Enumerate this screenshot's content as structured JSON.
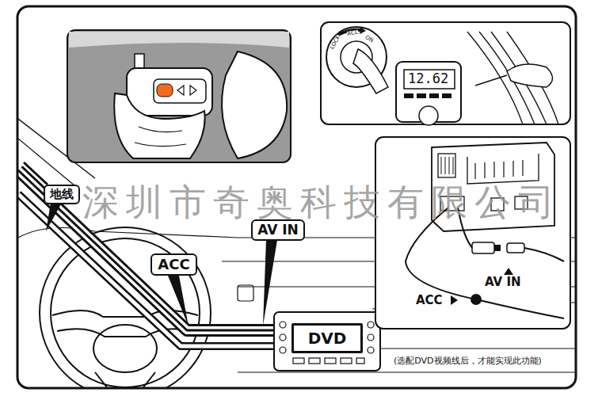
{
  "diagram": {
    "nodes": [
      {
        "text": [
          "地线"
        ]
      },
      {
        "text": [
          "AV IN"
        ]
      },
      {
        "text": [
          "ACC"
        ]
      },
      {
        "text": [
          "DVD"
        ]
      }
    ],
    "labels": [
      "深圳市奇奥科技有限公司",
      "LOCK",
      "ACC",
      "ON",
      "12.62",
      "AV IN",
      "ACC",
      "(选配DVD视频线后，才能实现此功能)"
    ]
  }
}
